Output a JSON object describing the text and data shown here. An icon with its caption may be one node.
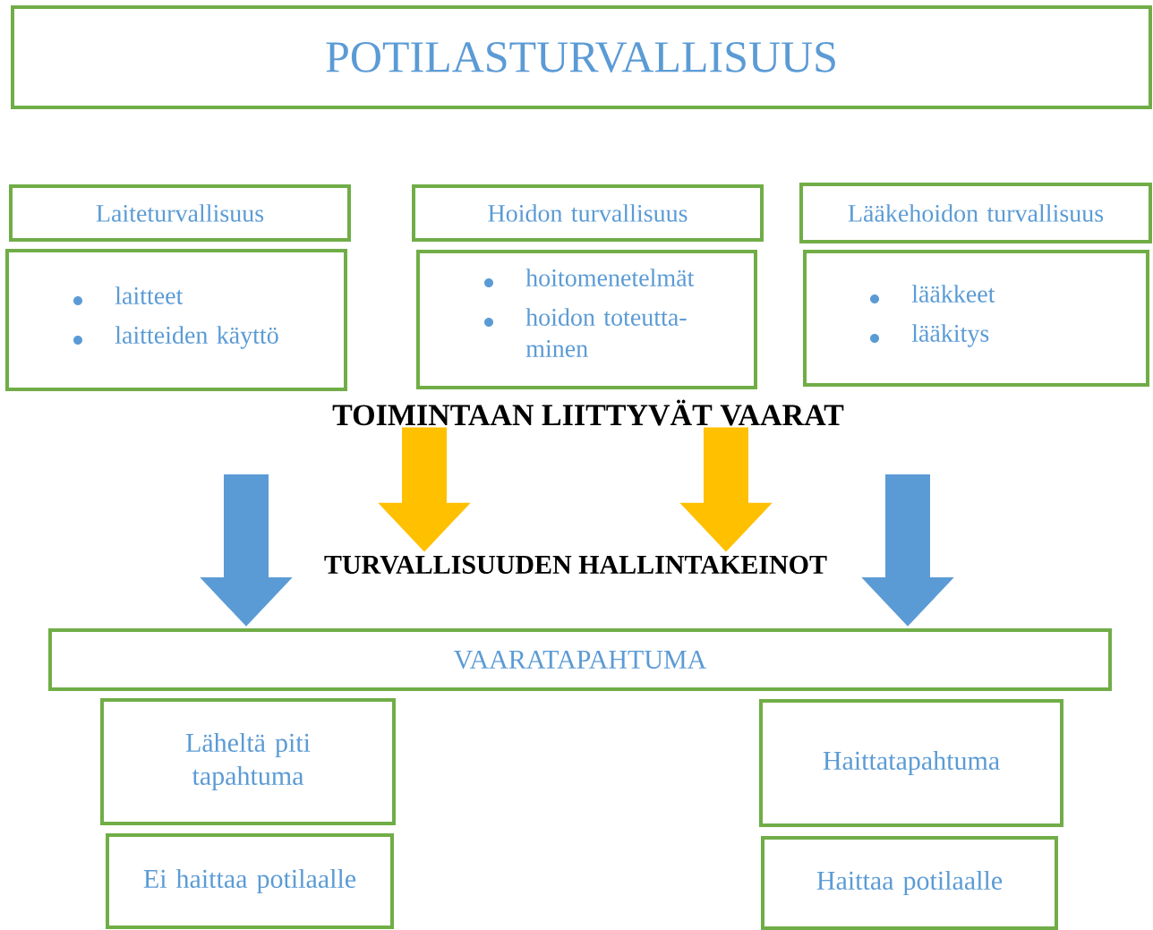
{
  "diagram": {
    "nodes": [
      {
        "text": [
          "POTILASTURVALLISUUS"
        ]
      },
      {
        "text": [
          "Laiteturvallisuus"
        ]
      },
      {
        "text": [
          "laitteet",
          "laitteiden käyttö"
        ]
      },
      {
        "text": [
          "Hoidon turvallisuus"
        ]
      },
      {
        "text": [
          "hoitomenetelmät",
          "hoidon toteutta- minen"
        ]
      },
      {
        "text": [
          "Lääkehoidon turvallisuus"
        ]
      },
      {
        "text": [
          "lääkkeet",
          "lääkitys"
        ]
      },
      {
        "text": [
          "TOIMINTAAN LIITTYVÄT VAARAT"
        ]
      },
      {
        "text": [
          "TURVALLISUUDEN HALLINTAKEINOT"
        ]
      },
      {
        "text": [
          "VAARATAPAHTUMA"
        ]
      },
      {
        "text": [
          "Läheltä piti tapahtuma"
        ]
      },
      {
        "text": [
          "Ei haittaa potilaalle"
        ]
      },
      {
        "text": [
          "Haittatapahtuma"
        ]
      },
      {
        "text": [
          "Haittaa potilaalle"
        ]
      }
    ],
    "edges": [
      {
        "from": 7,
        "to": 8,
        "arrow": "to",
        "color": "#ffc000"
      },
      {
        "from": 7,
        "to": 8,
        "arrow": "to",
        "color": "#ffc000"
      },
      {
        "from": null,
        "to": 9,
        "arrow": "to",
        "color": "#5b9bd5"
      },
      {
        "from": null,
        "to": 9,
        "arrow": "to",
        "color": "#5b9bd5"
      }
    ]
  }
}
